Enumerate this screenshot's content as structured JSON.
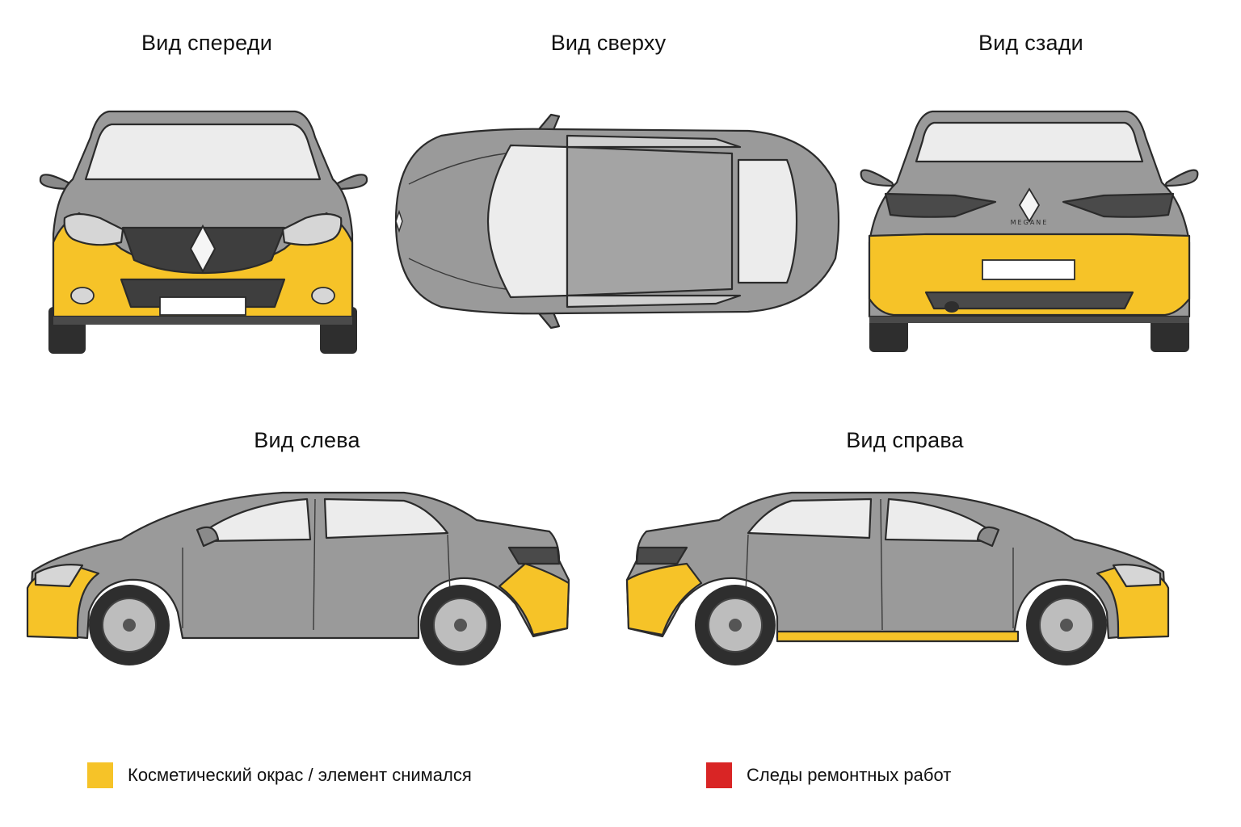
{
  "views": {
    "front": {
      "title": "Вид спереди"
    },
    "top": {
      "title": "Вид сверху"
    },
    "rear": {
      "title": "Вид сзади"
    },
    "left": {
      "title": "Вид слева"
    },
    "right": {
      "title": "Вид справа"
    }
  },
  "car": {
    "brand_badge": "renault-diamond-logo",
    "rear_model_lettering": "MEGANE"
  },
  "legend": [
    {
      "label": "Косметический окрас / элемент снимался",
      "color": "#f6c328"
    },
    {
      "label": "Следы ремонтных работ",
      "color": "#d92525"
    }
  ],
  "colors": {
    "body": "#9a9a9a",
    "body_dark": "#6e6e6e",
    "glass": "#ececec",
    "tire": "#2e2e2e",
    "highlight": "#f6c328"
  }
}
